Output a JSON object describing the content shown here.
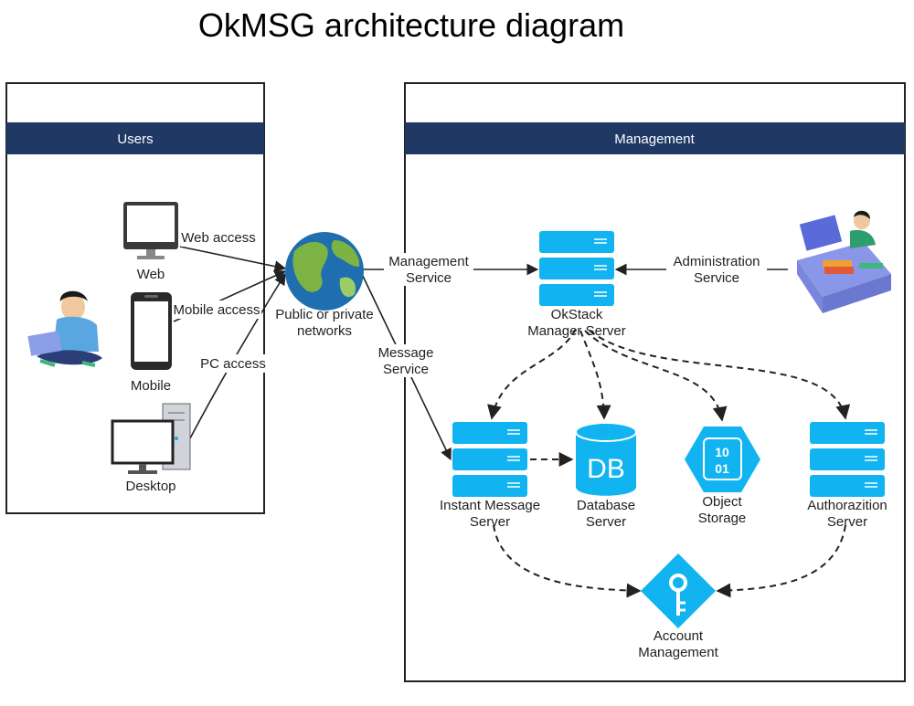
{
  "title": "OkMSG architecture diagram",
  "colors": {
    "header": "#1f3864",
    "server": "#11b4f0",
    "accent": "#1aa8e0"
  },
  "users": {
    "header": "Users",
    "devices": {
      "web": "Web",
      "mobile": "Mobile",
      "desktop": "Desktop"
    },
    "links": {
      "web": "Web access",
      "mobile": "Mobile access",
      "pc": "PC access"
    }
  },
  "network": {
    "label_line1": "Public or private",
    "label_line2": "networks"
  },
  "edges": {
    "management_line1": "Management",
    "management_line2": "Service",
    "message_line1": "Message",
    "message_line2": "Service",
    "admin_line1": "Administration",
    "admin_line2": "Service"
  },
  "management": {
    "header": "Management",
    "okstack_line1": "OkStack",
    "okstack_line2": "Manager Server",
    "instant_line1": "Instant Message",
    "instant_line2": "Server",
    "db_icon_text": "DB",
    "database_line1": "Database",
    "database_line2": "Server",
    "object_icon_line1": "10",
    "object_icon_line2": "01",
    "object_line1": "Object",
    "object_line2": "Storage",
    "auth_line1": "Authorazition",
    "auth_line2": "Server",
    "account_line1": "Account",
    "account_line2": "Management"
  },
  "icons": [
    "web-monitor-icon",
    "mobile-phone-icon",
    "desktop-pc-icon",
    "person-laptop-icon",
    "globe-icon",
    "server-icon",
    "database-icon",
    "object-storage-icon",
    "key-icon",
    "admin-desk-icon"
  ]
}
